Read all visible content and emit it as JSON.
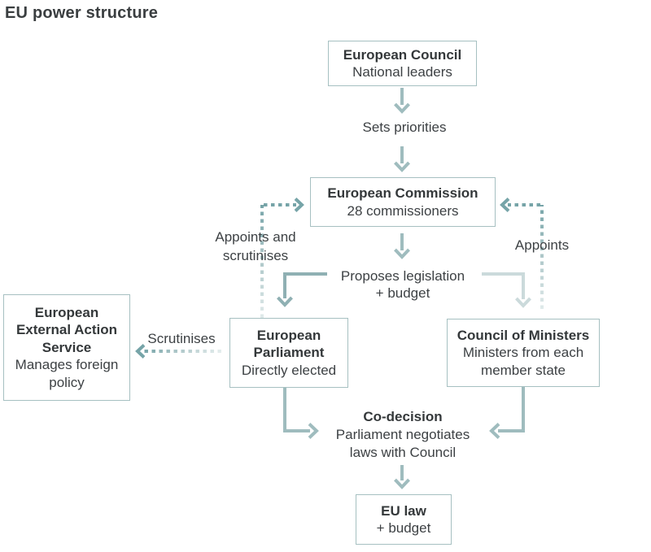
{
  "title": "EU power structure",
  "diagram": {
    "nodes": {
      "european_council": {
        "title": "European Council",
        "subtitle": "National leaders"
      },
      "european_commission": {
        "title": "European Commission",
        "subtitle": "28 commissioners"
      },
      "european_parliament": {
        "title": "European Parliament",
        "subtitle": "Directly elected"
      },
      "council_of_ministers": {
        "title": "Council of Ministers",
        "subtitle": "Ministers from each member state"
      },
      "eeas": {
        "title": "European External Action Service",
        "subtitle": "Manages foreign policy"
      },
      "eu_law": {
        "title": "EU law",
        "subtitle": "+ budget"
      }
    },
    "labels": {
      "sets_priorities": "Sets priorities",
      "proposes_line1": "Proposes legislation",
      "proposes_line2": "+ budget",
      "appoints_scrutinises_line1": "Appoints and",
      "appoints_scrutinises_line2": "scrutinises",
      "appoints": "Appoints",
      "scrutinises": "Scrutinises",
      "codecision_title": "Co-decision",
      "codecision_line1": "Parliament negotiates",
      "codecision_line2": "laws with Council"
    },
    "colors": {
      "arrow_solid": "#9fbcbe",
      "arrow_elbow_dark": "#8fb0b3",
      "arrow_elbow_light": "#cbdadb",
      "arrow_dashed": "#76a4a8",
      "arrow_dashed_faded": "#e0eaea",
      "box_border": "#a6c0c1",
      "text": "#3d4144"
    }
  }
}
